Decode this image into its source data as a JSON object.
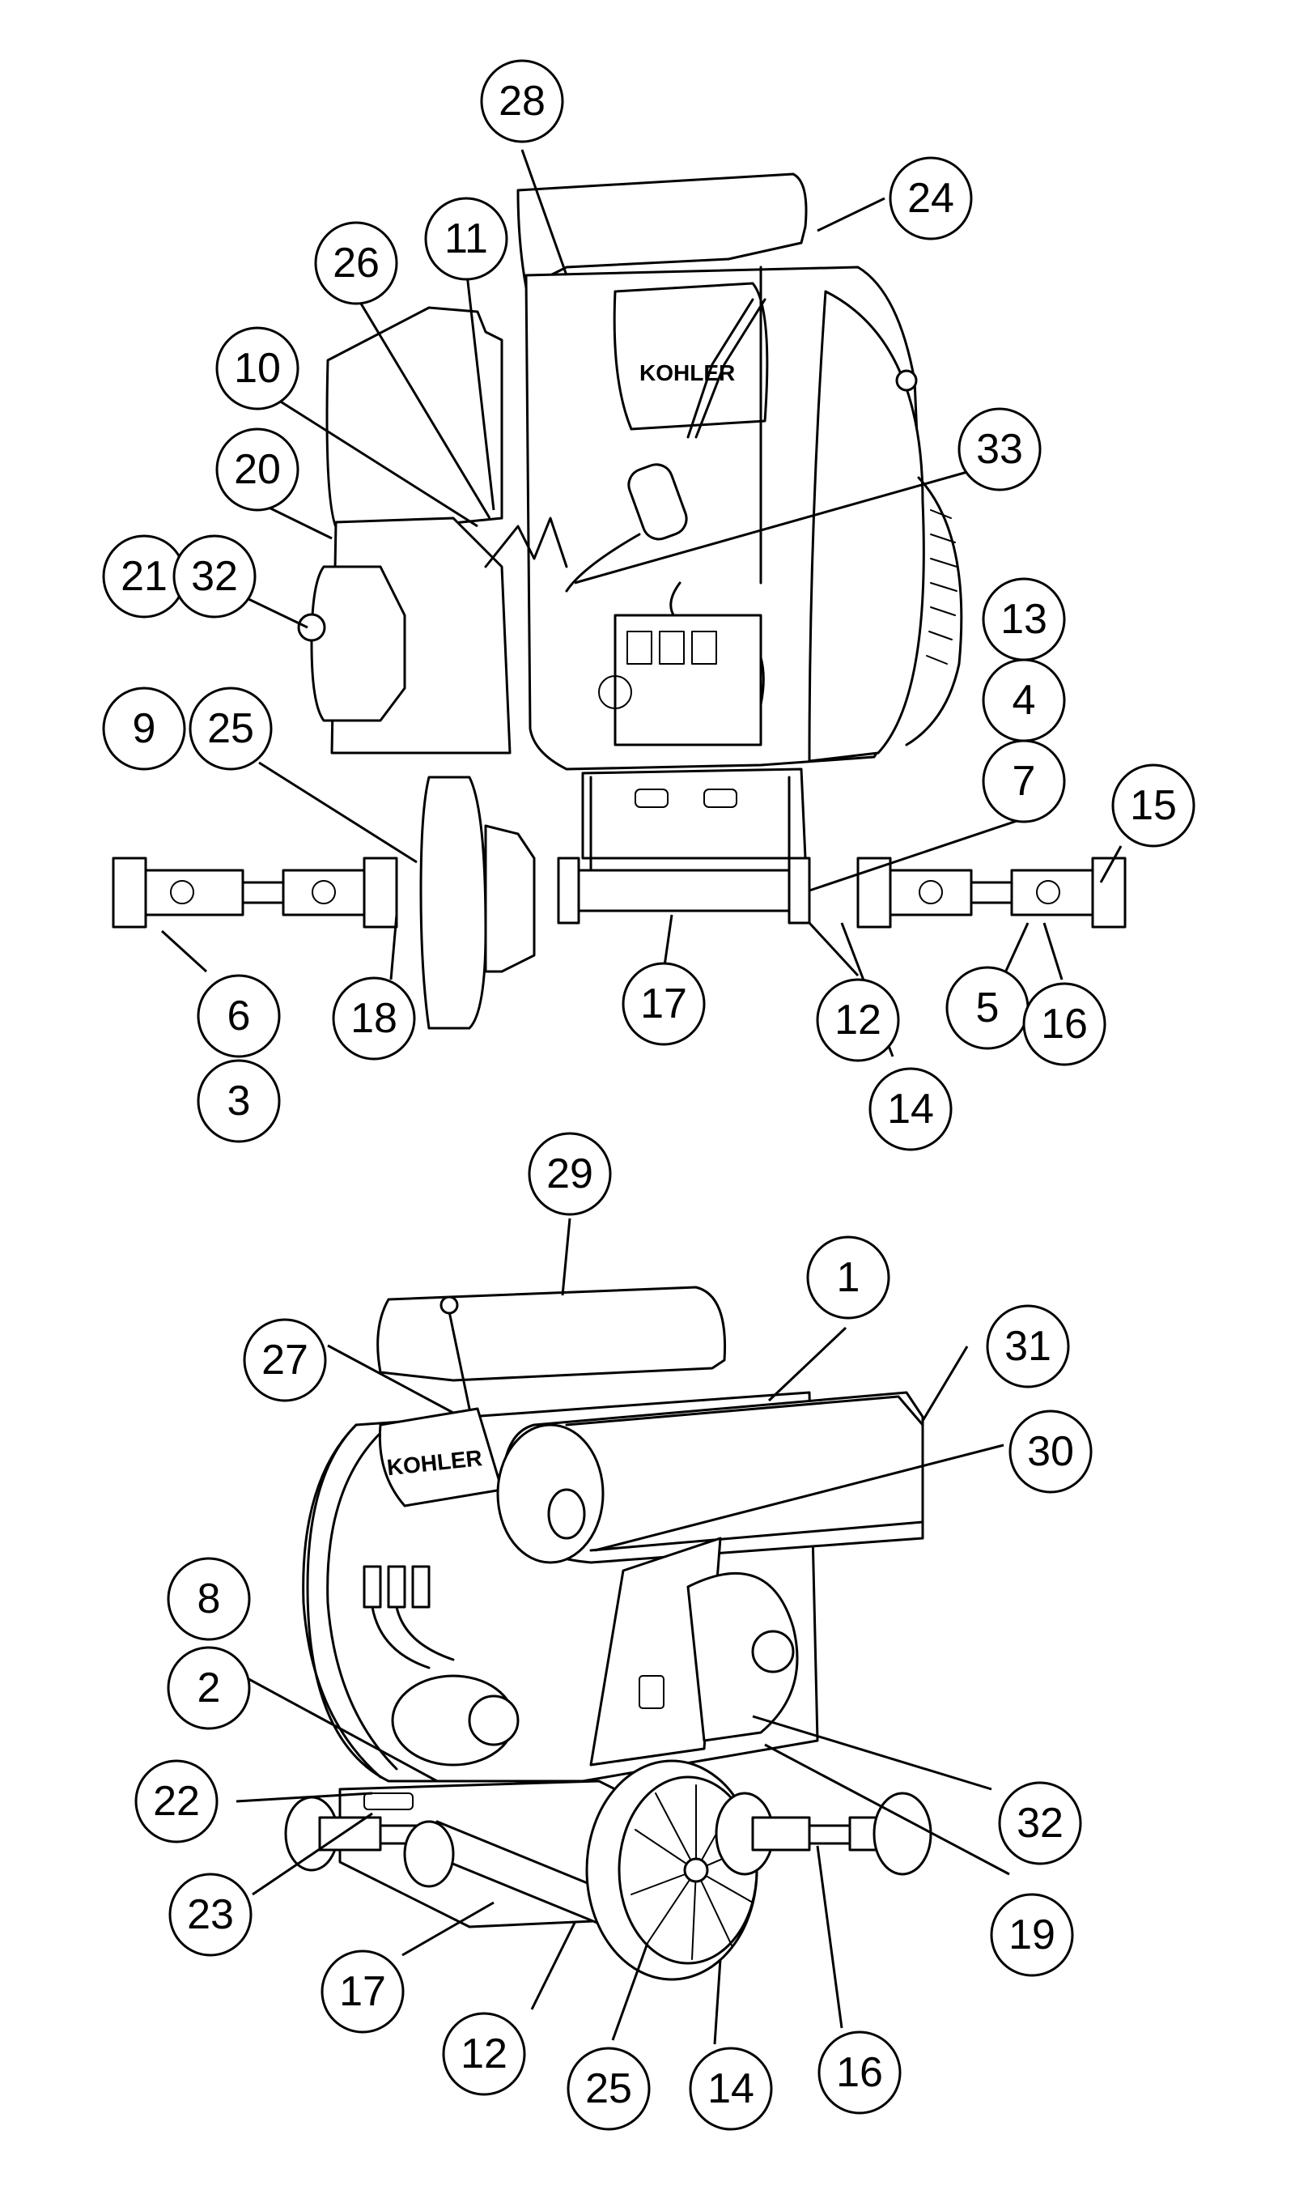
{
  "brand_label": "KOHLER",
  "callouts": [
    {
      "id": "c1",
      "label": "1"
    },
    {
      "id": "c2",
      "label": "2"
    },
    {
      "id": "c3",
      "label": "3"
    },
    {
      "id": "c4",
      "label": "4"
    },
    {
      "id": "c5",
      "label": "5"
    },
    {
      "id": "c6",
      "label": "6"
    },
    {
      "id": "c7",
      "label": "7"
    },
    {
      "id": "c8",
      "label": "8"
    },
    {
      "id": "c9",
      "label": "9"
    },
    {
      "id": "c10",
      "label": "10"
    },
    {
      "id": "c11",
      "label": "11"
    },
    {
      "id": "c12a",
      "label": "12"
    },
    {
      "id": "c12b",
      "label": "12"
    },
    {
      "id": "c13",
      "label": "13"
    },
    {
      "id": "c14a",
      "label": "14"
    },
    {
      "id": "c14b",
      "label": "14"
    },
    {
      "id": "c15",
      "label": "15"
    },
    {
      "id": "c16a",
      "label": "16"
    },
    {
      "id": "c16b",
      "label": "16"
    },
    {
      "id": "c17a",
      "label": "17"
    },
    {
      "id": "c17b",
      "label": "17"
    },
    {
      "id": "c18",
      "label": "18"
    },
    {
      "id": "c19",
      "label": "19"
    },
    {
      "id": "c20",
      "label": "20"
    },
    {
      "id": "c21",
      "label": "21"
    },
    {
      "id": "c22",
      "label": "22"
    },
    {
      "id": "c23",
      "label": "23"
    },
    {
      "id": "c24",
      "label": "24"
    },
    {
      "id": "c25a",
      "label": "25"
    },
    {
      "id": "c25b",
      "label": "25"
    },
    {
      "id": "c26",
      "label": "26"
    },
    {
      "id": "c27",
      "label": "27"
    },
    {
      "id": "c28",
      "label": "28"
    },
    {
      "id": "c29",
      "label": "29"
    },
    {
      "id": "c30",
      "label": "30"
    },
    {
      "id": "c31",
      "label": "31"
    },
    {
      "id": "c32a",
      "label": "32"
    },
    {
      "id": "c32b",
      "label": "32"
    },
    {
      "id": "c33",
      "label": "33"
    }
  ]
}
